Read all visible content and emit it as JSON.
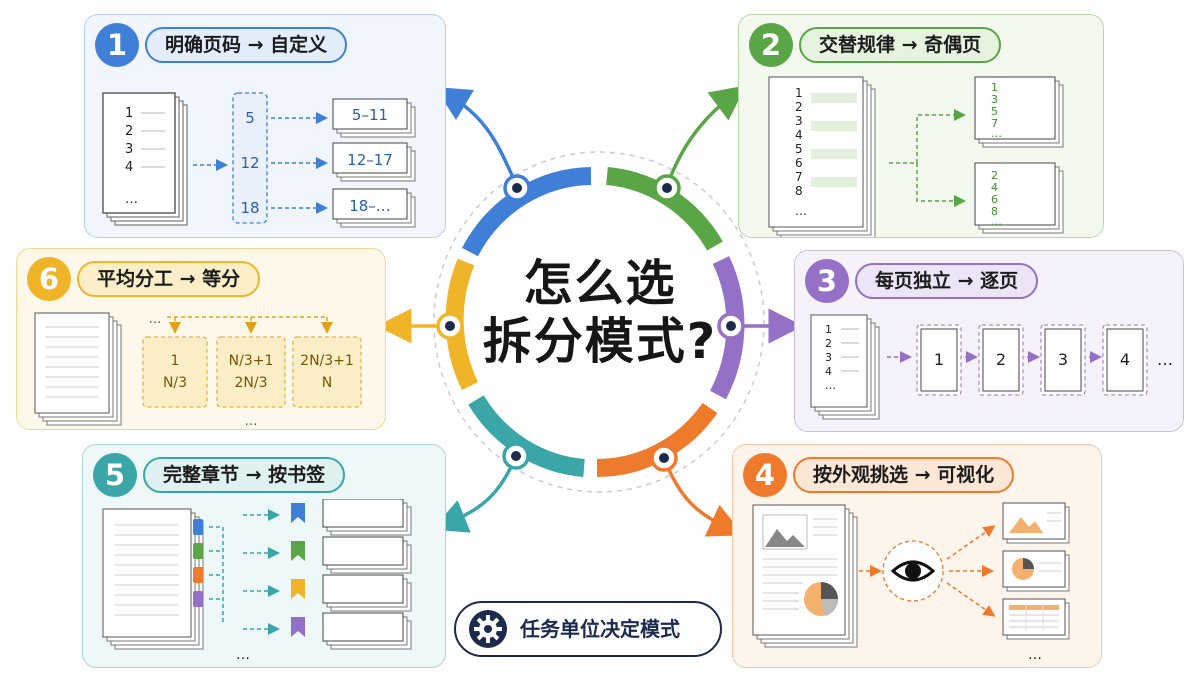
{
  "center": {
    "line1": "怎么选",
    "line2": "拆分模式?"
  },
  "colors": {
    "blue": "#3f7fd8",
    "green": "#5aa646",
    "purple": "#9470c6",
    "orange": "#ee7a2c",
    "teal": "#3aa6a8",
    "yellow": "#f0b428",
    "navy": "#1c2a4e"
  },
  "footer": {
    "icon": "gear-icon",
    "label": "任务单位决定模式"
  },
  "panels": {
    "p1": {
      "number": "1",
      "title": "明确页码 → 自定义",
      "doc_lines": [
        "1",
        "2",
        "3",
        "4",
        "…"
      ],
      "starts": [
        "5",
        "12",
        "18"
      ],
      "ranges": [
        "5–11",
        "12–17",
        "18–…"
      ]
    },
    "p2": {
      "number": "2",
      "title": "交替规律 → 奇偶页",
      "doc_lines": [
        "1",
        "2",
        "3",
        "4",
        "5",
        "6",
        "7",
        "8",
        "…"
      ],
      "odd": [
        "1",
        "3",
        "5",
        "7",
        "…"
      ],
      "even": [
        "2",
        "4",
        "6",
        "8",
        "…"
      ]
    },
    "p3": {
      "number": "3",
      "title": "每页独立 → 逐页",
      "doc_lines": [
        "1",
        "2",
        "3",
        "4",
        "…"
      ],
      "pages": [
        "1",
        "2",
        "3",
        "4"
      ],
      "more": "…"
    },
    "p4": {
      "number": "4",
      "title": "按外观挑选 → 可视化",
      "more": "…"
    },
    "p5": {
      "number": "5",
      "title": "完整章节 → 按书签",
      "more": "…"
    },
    "p6": {
      "number": "6",
      "title": "平均分工 → 等分",
      "top_more": "…",
      "chunks": [
        {
          "a": "1",
          "b": "N/3"
        },
        {
          "a": "N/3+1",
          "b": "2N/3"
        },
        {
          "a": "2N/3+1",
          "b": "N"
        }
      ],
      "more": "…"
    }
  }
}
